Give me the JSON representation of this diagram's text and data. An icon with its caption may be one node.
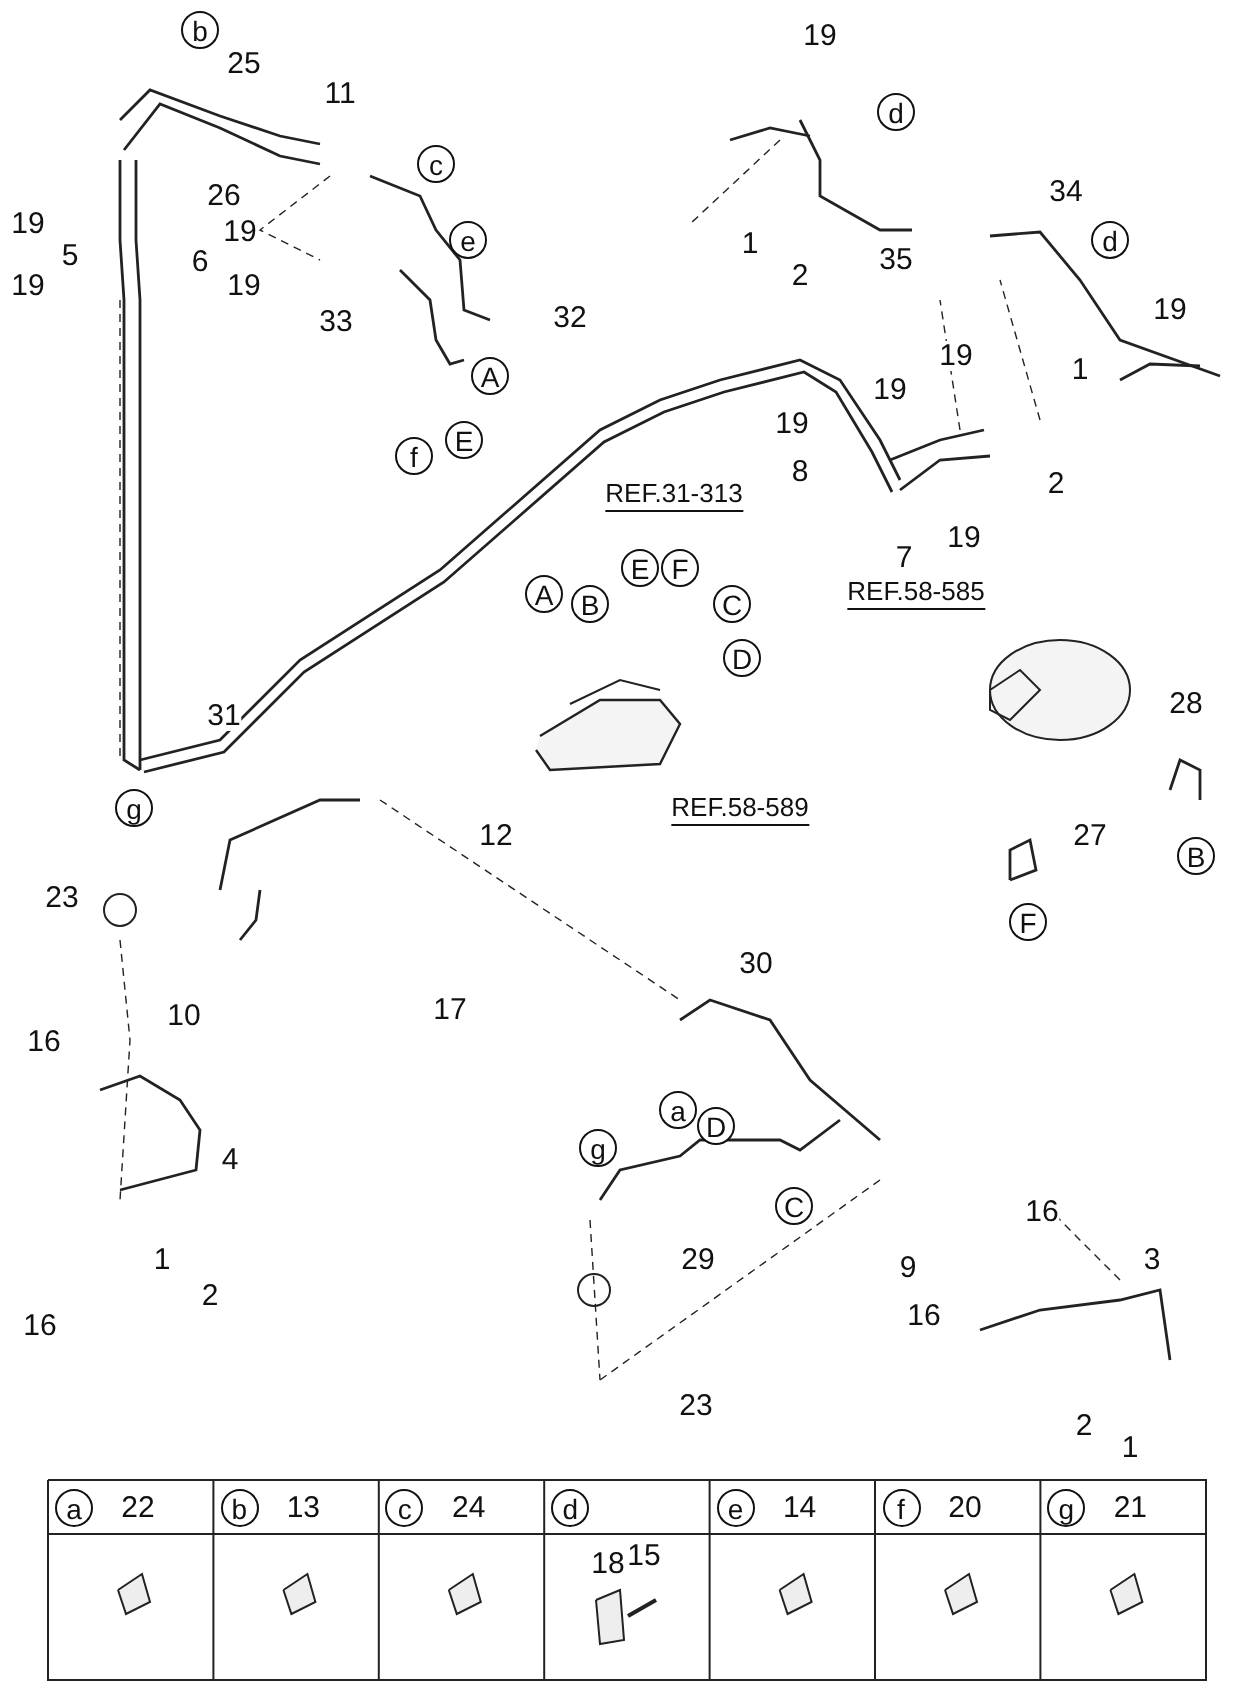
{
  "diagram": {
    "labels": [
      "b",
      "25",
      "11",
      "26",
      "c",
      "19",
      "19",
      "5",
      "6",
      "19",
      "19",
      "e",
      "33",
      "32",
      "A",
      "E",
      "f",
      "19",
      "d",
      "34",
      "1",
      "35",
      "d",
      "2",
      "19",
      "19",
      "19",
      "1",
      "19",
      "8",
      "2",
      "REF.31-313",
      "19",
      "7",
      "A",
      "B",
      "E",
      "F",
      "C",
      "D",
      "REF.58-585",
      "28",
      "REF.58-589",
      "31",
      "g",
      "12",
      "27",
      "B",
      "23",
      "F",
      "10",
      "17",
      "16",
      "30",
      "4",
      "g",
      "a",
      "D",
      "C",
      "1",
      "2",
      "29",
      "16",
      "9",
      "3",
      "16",
      "16",
      "23",
      "2",
      "1",
      "a",
      "22",
      "b",
      "13",
      "c",
      "24",
      "d",
      "e",
      "14",
      "f",
      "20",
      "g",
      "21",
      "18",
      "15"
    ]
  }
}
